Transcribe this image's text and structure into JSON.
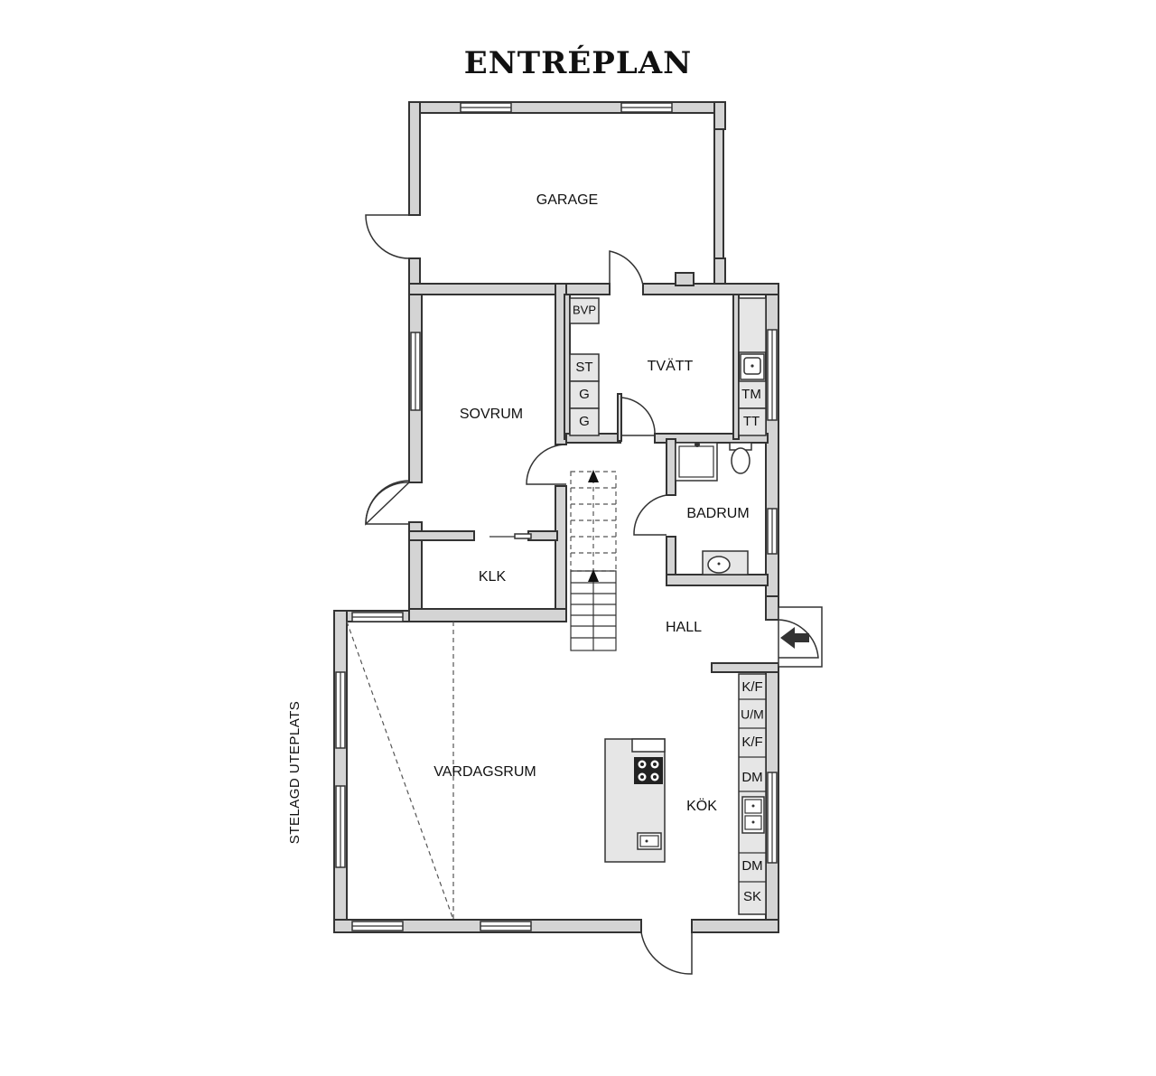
{
  "title": "ENTRÉPLAN",
  "rooms": {
    "garage": "GARAGE",
    "sovrum": "SOVRUM",
    "tvatt": "TVÄTT",
    "badrum": "BADRUM",
    "klk": "KLK",
    "hall": "HALL",
    "vardagsrum": "VARDAGSRUM",
    "kok": "KÖK"
  },
  "fixtures": {
    "bvp": "BVP",
    "st": "ST",
    "g1": "G",
    "g2": "G",
    "tm": "TM",
    "tt": "TT",
    "kf1": "K/F",
    "um": "U/M",
    "kf2": "K/F",
    "dm1": "DM",
    "dm2": "DM",
    "sk": "SK"
  },
  "outside": {
    "terrace": "STELAGD UTEPLATS"
  },
  "icons": [
    "entrance-arrow-icon",
    "stair-arrow-icon",
    "stove-icon",
    "sink-icon",
    "toilet-icon",
    "shower-icon"
  ]
}
